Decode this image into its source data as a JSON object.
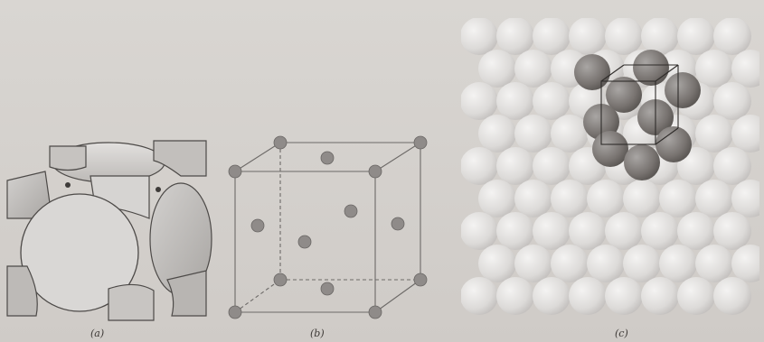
{
  "figure": {
    "panels": [
      {
        "id": "a",
        "label": "(a)"
      },
      {
        "id": "b",
        "label": "(b)"
      },
      {
        "id": "c",
        "label": "(c)"
      }
    ]
  },
  "colors": {
    "paper": "#d4d0cc",
    "sphere_light": "#e6e4e2",
    "sphere_dark": "#6e6b69",
    "atom_dot": "#8e8a88",
    "line": "#5a5755"
  }
}
